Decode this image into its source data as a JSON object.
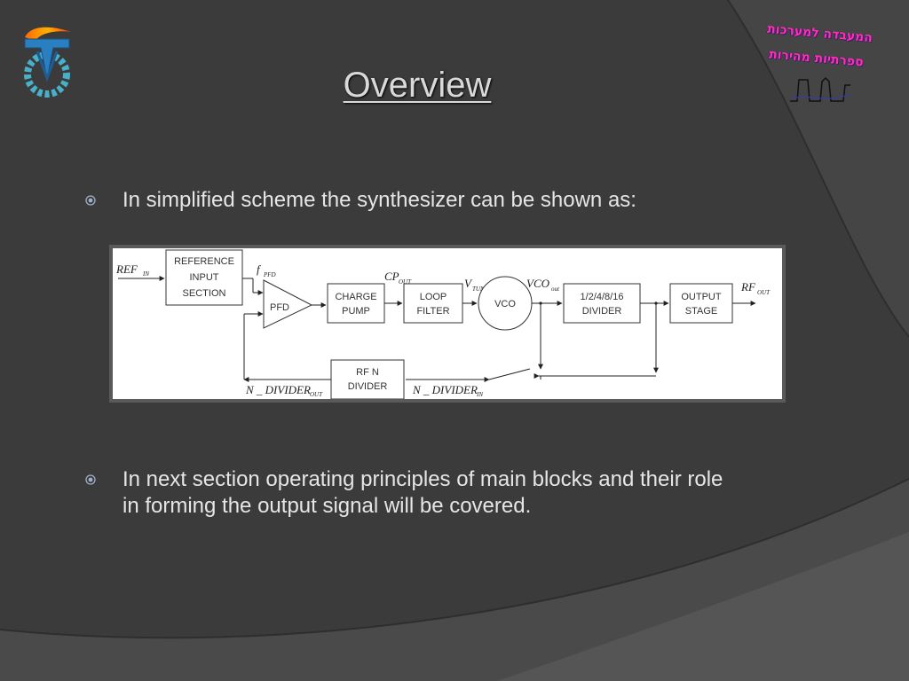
{
  "slide": {
    "title": "Overview",
    "bullets": [
      {
        "icon": "circled-dot-icon",
        "text": "In simplified scheme the synthesizer can be shown as:"
      },
      {
        "icon": "circled-dot-icon",
        "lines": [
          "In next section operating principles of main blocks and their role",
          "in forming the output signal will be covered."
        ]
      }
    ]
  },
  "logos": {
    "left": {
      "icon": "technion-logo-icon"
    },
    "right": {
      "hebrew_line_1": "המעבדה למערכות",
      "hebrew_line_2": "ספרתיות מהירות",
      "icon": "lab-signal-logo-icon"
    }
  },
  "diagram": {
    "blocks": {
      "ref": [
        "REFERENCE",
        "INPUT",
        "SECTION"
      ],
      "pfd": "PFD",
      "charge_pump": [
        "CHARGE",
        "PUMP"
      ],
      "loop_filter": [
        "LOOP",
        "FILTER"
      ],
      "vco": "VCO",
      "divider": [
        "1/2/4/8/16",
        "DIVIDER"
      ],
      "output_stage": [
        "OUTPUT",
        "STAGE"
      ],
      "rf_n_divider": [
        "RF N",
        "DIVIDER"
      ]
    },
    "signals": {
      "ref_in": "REF",
      "ref_in_sub": "IN",
      "f_pfd": "f",
      "f_pfd_sub": "PFD",
      "cp_out": "CP",
      "cp_out_sub": "OUT",
      "v_tune": "V",
      "v_tune_sub": "TUNE",
      "vco_out": "VCO",
      "vco_out_sub": "out",
      "rf_out": "RF",
      "rf_out_sub": "OUT",
      "n_div_out": "N _ DIVIDER",
      "n_div_out_sub": "OUT",
      "n_div_in": "N _ DIVIDER",
      "n_div_in_sub": "IN"
    }
  },
  "colors": {
    "background": "#3b3b3b",
    "title": "#d9d9d9",
    "body_text": "#e6e6e6",
    "diagram_bg": "#ffffff",
    "hebrew_text": "#ff2fb0"
  }
}
